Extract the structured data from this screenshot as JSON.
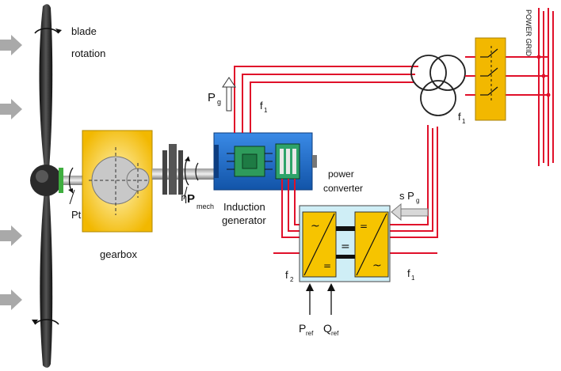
{
  "labels": {
    "blade_rotation_1": "blade",
    "blade_rotation_2": "rotation",
    "pt": "Pt",
    "gearbox": "gearbox",
    "pmech_eta": "η",
    "pmech_p": "P",
    "pmech_sub": "mech",
    "pg_top": "P",
    "pg_top_sub": "g",
    "f1_top": "f",
    "f1_top_sub": "1",
    "induction_1": "Induction",
    "induction_2": "generator",
    "power_converter_1": "power",
    "power_converter_2": "converter",
    "spg_s": "s P",
    "spg_sub": "g",
    "f2": "f",
    "f2_sub": "2",
    "f1_bottom": "f",
    "f1_bottom_sub": "1",
    "f1_transformer": "f",
    "f1_transformer_sub": "1",
    "pref": "P",
    "pref_sub": "ref",
    "qref": "Q",
    "qref_sub": "ref",
    "power_grid": "POWER GRID",
    "converter_tilde_1": "~",
    "converter_eq_1": "=",
    "converter_dc": "=",
    "converter_eq_2": "=",
    "converter_tilde_2": "~"
  },
  "colors": {
    "power_line": "#e0102a",
    "yellow_box": "#f6c400",
    "generator_blue": "#1f6fd0",
    "converter_bg": "#cfeef6",
    "blade_dark": "#1a1a1a",
    "arrow_grey": "#a0a0a0"
  }
}
